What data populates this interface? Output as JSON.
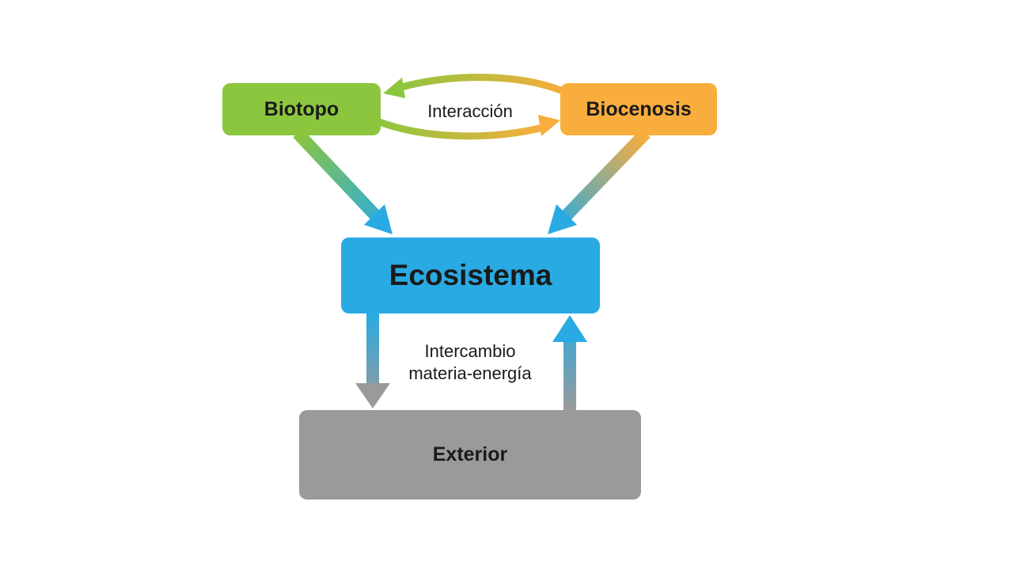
{
  "nodes": {
    "biotopo": "Biotopo",
    "biocenosis": "Biocenosis",
    "ecosistema": "Ecosistema",
    "exterior": "Exterior"
  },
  "edges": {
    "interaction_label": "Interacción",
    "exchange_label_line1": "Intercambio",
    "exchange_label_line2": "materia-energía"
  },
  "colors": {
    "biotopo": "#8cc63f",
    "biocenosis": "#f9ad3d",
    "ecosistema": "#29aae2",
    "exterior": "#9a9a9a"
  }
}
